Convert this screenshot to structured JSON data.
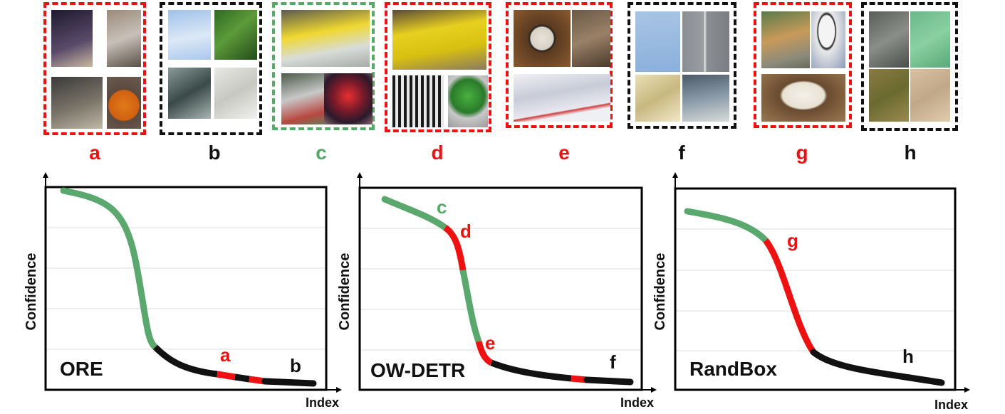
{
  "groups": [
    {
      "label": "a",
      "color": "#ee1111",
      "border": "red"
    },
    {
      "label": "b",
      "color": "#111111",
      "border": "black"
    },
    {
      "label": "c",
      "color": "#55aa66",
      "border": "green"
    },
    {
      "label": "d",
      "color": "#ee1111",
      "border": "red"
    },
    {
      "label": "e",
      "color": "#ee1111",
      "border": "red"
    },
    {
      "label": "f",
      "color": "#111111",
      "border": "black"
    },
    {
      "label": "g",
      "color": "#ee1111",
      "border": "red"
    },
    {
      "label": "h",
      "color": "#111111",
      "border": "black"
    }
  ],
  "legend_colors": {
    "known": "#55aa66",
    "unknown": "#ee1111",
    "background": "#111111"
  },
  "plots": [
    {
      "method": "ORE",
      "ylabel": "Confidence",
      "xlabel": "Index",
      "labels": [
        {
          "text": "a",
          "color": "#ee1111"
        },
        {
          "text": "b",
          "color": "#111111"
        }
      ]
    },
    {
      "method": "OW-DETR",
      "ylabel": "Confidence",
      "xlabel": "Index",
      "labels": [
        {
          "text": "c",
          "color": "#55aa66"
        },
        {
          "text": "d",
          "color": "#ee1111"
        },
        {
          "text": "e",
          "color": "#ee1111"
        },
        {
          "text": "f",
          "color": "#111111"
        }
      ]
    },
    {
      "method": "RandBox",
      "ylabel": "Confidence",
      "xlabel": "Index",
      "labels": [
        {
          "text": "g",
          "color": "#ee1111"
        },
        {
          "text": "h",
          "color": "#111111"
        }
      ]
    }
  ]
}
